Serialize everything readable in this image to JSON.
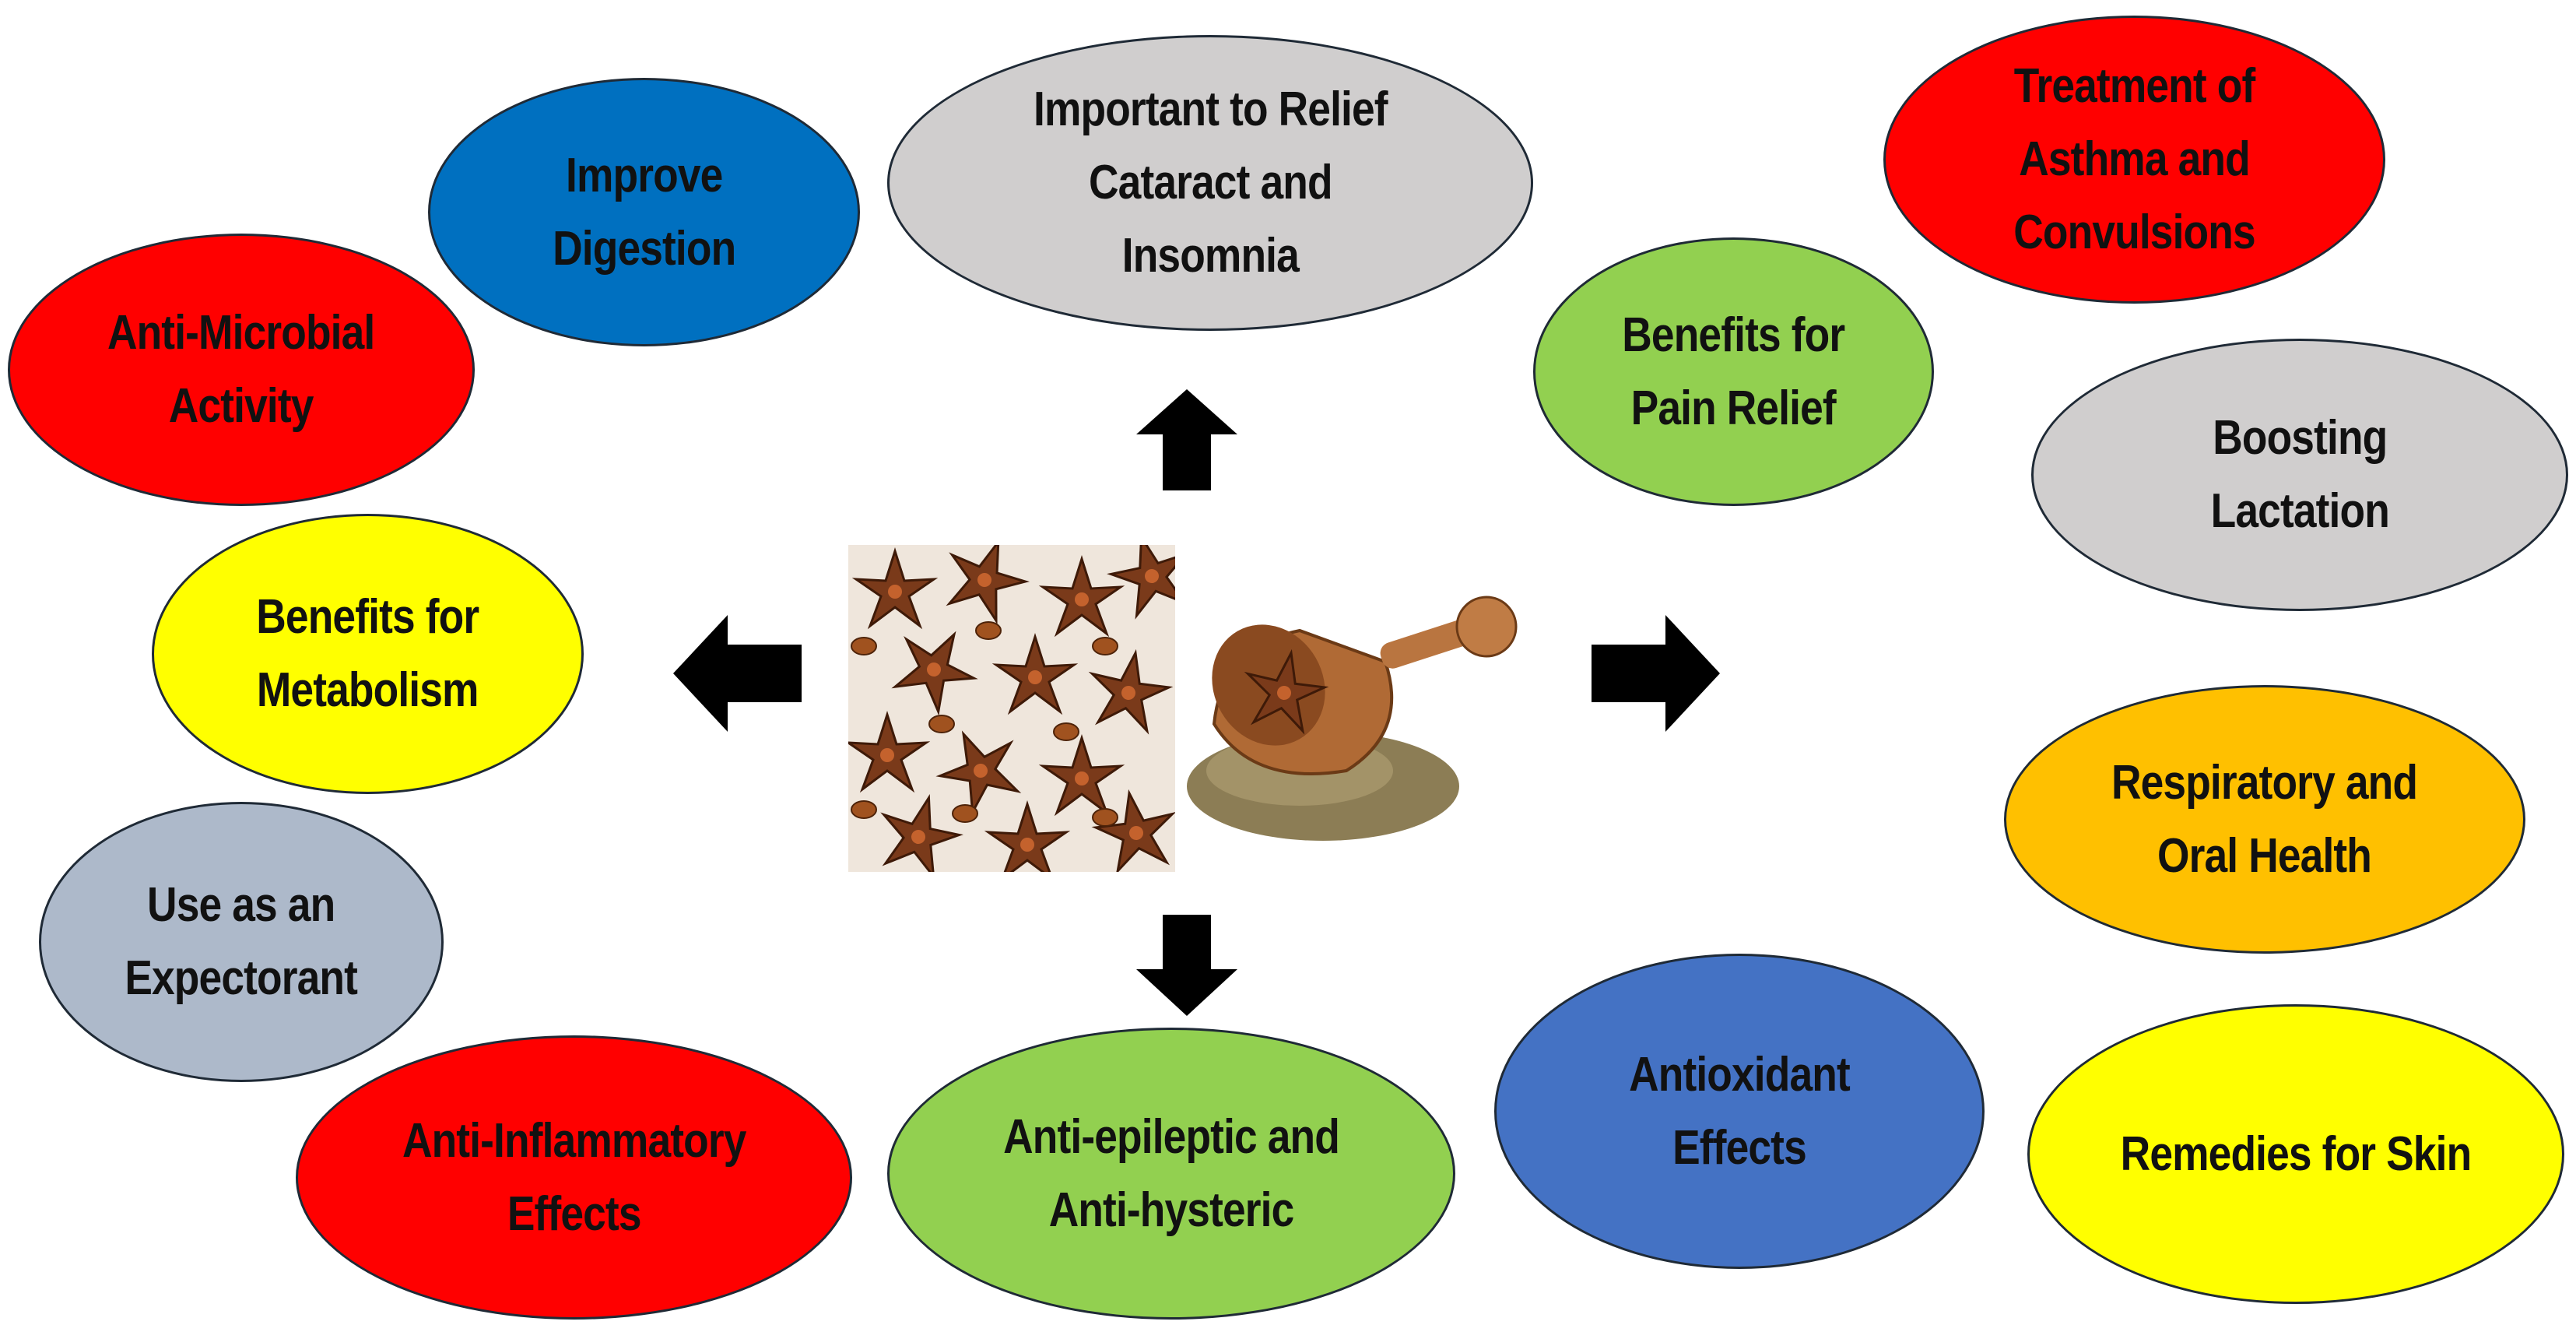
{
  "hub": {
    "image_description_icon": "star-anise-photo-icon"
  },
  "bubbles": [
    {
      "id": "improve-digestion",
      "text": "Improve\nDigestion",
      "color": "#0070C0"
    },
    {
      "id": "relief-cataract-insomnia",
      "text": "Important to Relief\nCataract and\nInsomnia",
      "color": "#D0CECE"
    },
    {
      "id": "asthma-convulsions",
      "text": "Treatment of\nAsthma and\nConvulsions",
      "color": "#FF0000"
    },
    {
      "id": "anti-microbial",
      "text": "Anti-Microbial\nActivity",
      "color": "#FF0000"
    },
    {
      "id": "pain-relief",
      "text": "Benefits for\nPain Relief",
      "color": "#92D050"
    },
    {
      "id": "boosting-lactation",
      "text": "Boosting\nLactation",
      "color": "#D0CECE"
    },
    {
      "id": "metabolism",
      "text": "Benefits for\nMetabolism",
      "color": "#FFFF00"
    },
    {
      "id": "respiratory-oral",
      "text": "Respiratory and\nOral Health",
      "color": "#FFC000"
    },
    {
      "id": "expectorant",
      "text": "Use as an\nExpectorant",
      "color": "#ADB9CA"
    },
    {
      "id": "antioxidant",
      "text": "Antioxidant\nEffects",
      "color": "#4472C4"
    },
    {
      "id": "anti-inflammatory",
      "text": "Anti-Inflammatory\nEffects",
      "color": "#FF0000"
    },
    {
      "id": "anti-epileptic",
      "text": "Anti-epileptic and\nAnti-hysteric",
      "color": "#92D050"
    },
    {
      "id": "skin-remedies",
      "text": "Remedies for Skin",
      "color": "#FFFF00"
    }
  ],
  "arrows": [
    {
      "id": "up",
      "icon": "arrow-up-icon"
    },
    {
      "id": "down",
      "icon": "arrow-down-icon"
    },
    {
      "id": "left",
      "icon": "arrow-left-icon"
    },
    {
      "id": "right",
      "icon": "arrow-right-icon"
    }
  ]
}
